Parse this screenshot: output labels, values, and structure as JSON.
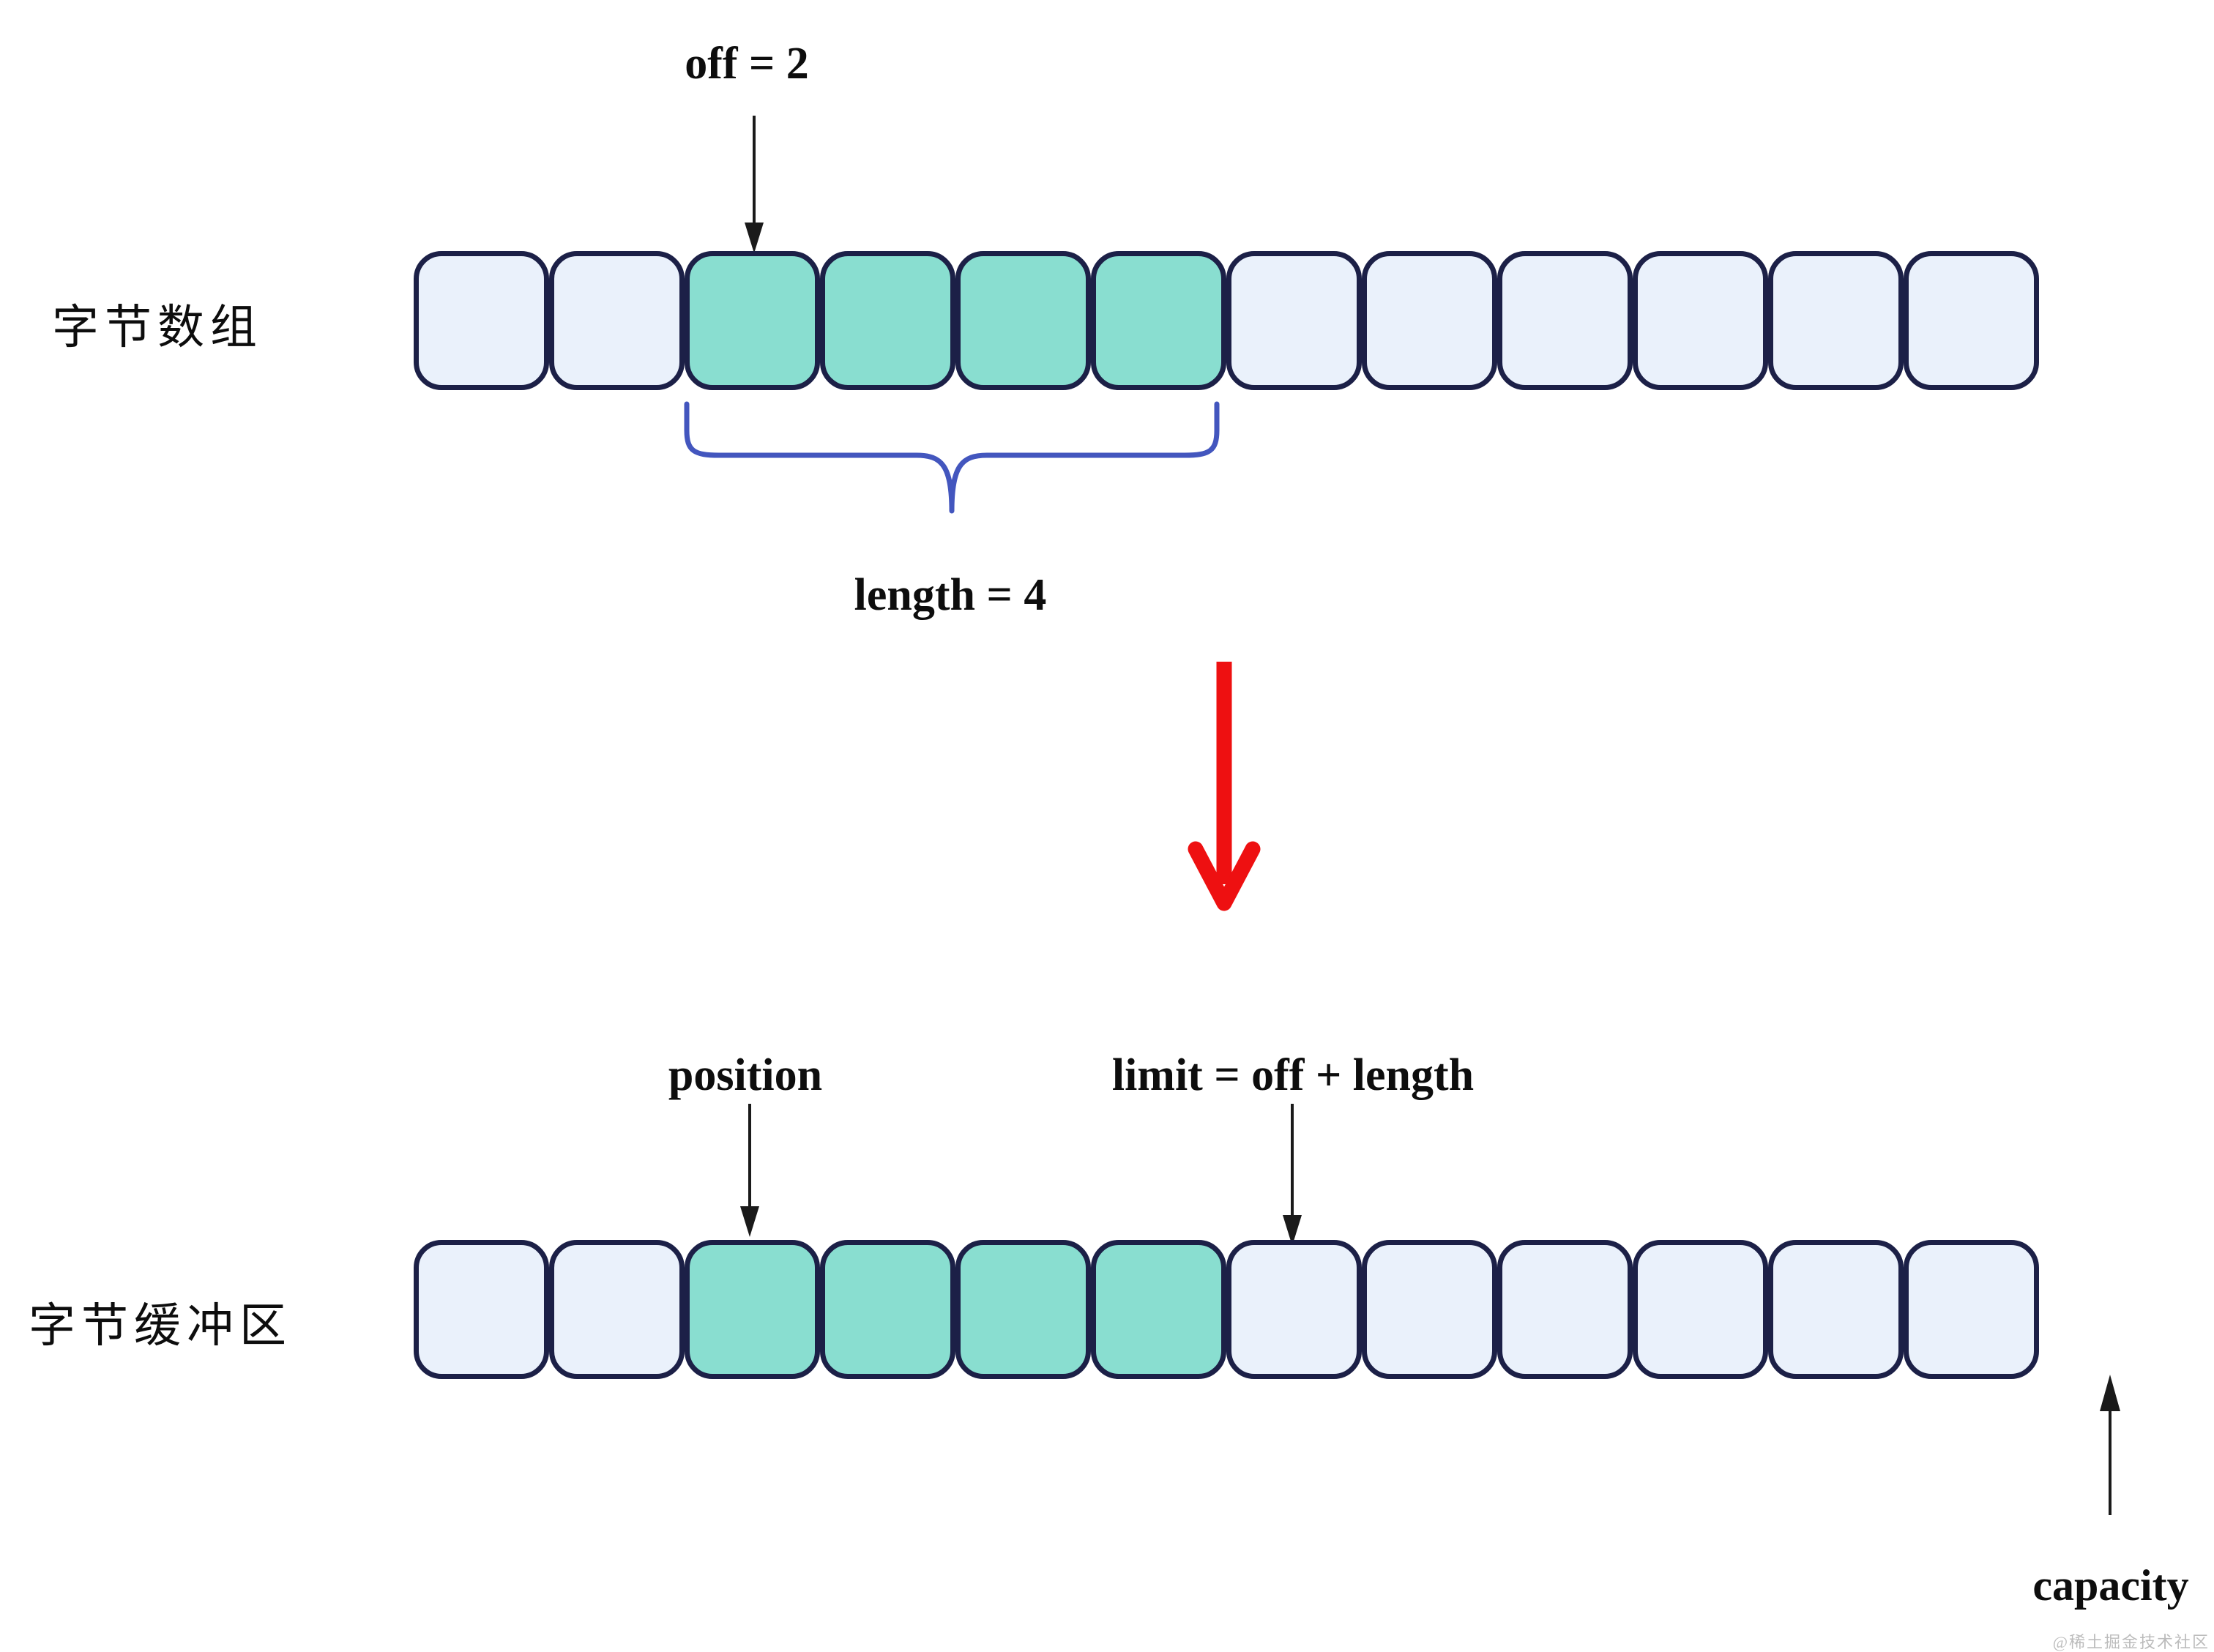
{
  "diagram": {
    "byte_array": {
      "label": "字节数组",
      "cell_count": 12,
      "highlighted_indices": [
        2,
        3,
        4,
        5
      ],
      "off_label": "off = 2",
      "length_label": "length = 4"
    },
    "byte_buffer": {
      "label": "字节缓冲区",
      "cell_count": 12,
      "highlighted_indices": [
        2,
        3,
        4,
        5
      ],
      "position_label": "position",
      "limit_label": "limit = off + length",
      "capacity_label": "capacity"
    },
    "icons": {
      "off_pointer": "down-arrow",
      "length_bracket": "curly-underbrace",
      "transform": "red-down-arrow",
      "position_pointer": "down-arrow",
      "limit_pointer": "down-arrow",
      "capacity_pointer": "up-arrow"
    },
    "colors": {
      "cell_default": "#EAF1FB",
      "cell_highlight": "#89DED0",
      "cell_border": "#1C2047",
      "brace": "#4356BE",
      "arrow_black": "#1A1A1A",
      "arrow_red": "#EE1011",
      "text": "#0D0D0D",
      "watermark": "#BCBCBC",
      "background": "#FFFFFF"
    },
    "watermark": "@稀土掘金技术社区"
  }
}
